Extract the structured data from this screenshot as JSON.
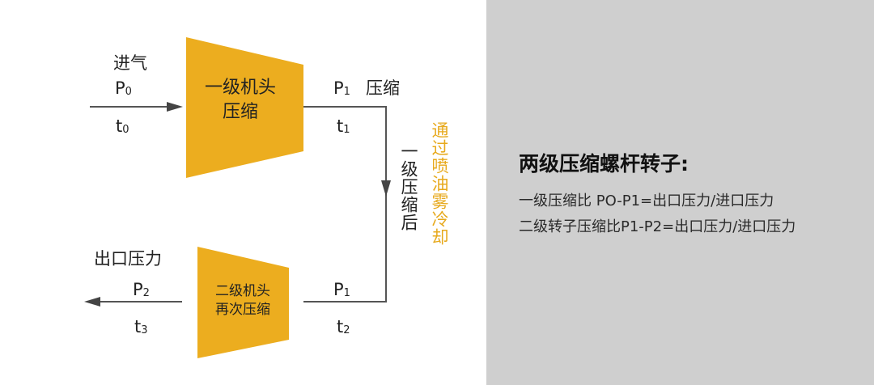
{
  "colors": {
    "compressor_fill": "#ecad1f",
    "annotation": "#e7a91c",
    "line": "#555555",
    "panel_bg": "#cfcfcf"
  },
  "diagram": {
    "inlet": {
      "label": "进气",
      "pressure": "P",
      "pressure_sub": "0",
      "temp": "t",
      "temp_sub": "0"
    },
    "stage1": {
      "line1": "一级机头",
      "line2": "压缩"
    },
    "stage1_out": {
      "pressure": "P",
      "pressure_sub": "1",
      "note": "压缩",
      "temp": "t",
      "temp_sub": "1"
    },
    "vertical_label": "一级压缩后",
    "cooling_label": "通过喷油雾冷却",
    "stage2_in": {
      "pressure": "P",
      "pressure_sub": "1",
      "temp": "t",
      "temp_sub": "2"
    },
    "stage2": {
      "line1": "二级机头",
      "line2": "再次压缩"
    },
    "outlet": {
      "label": "出口压力",
      "pressure": "P",
      "pressure_sub": "2",
      "temp": "t",
      "temp_sub": "3"
    }
  },
  "panel": {
    "title": "两级压缩螺杆转子:",
    "lines": [
      "一级压缩比 PO-P1=出口压力/进口压力",
      "二级转子压缩比P1-P2=出口压力/进口压力"
    ]
  }
}
